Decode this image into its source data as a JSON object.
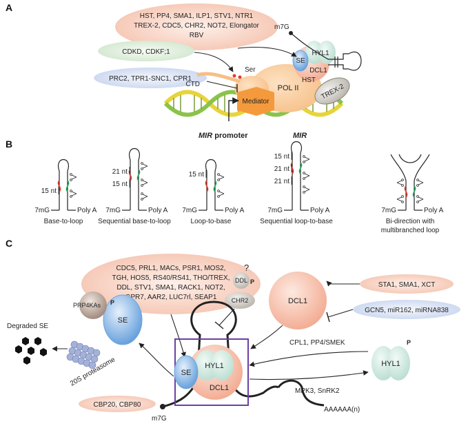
{
  "panels": {
    "a": "A",
    "b": "B",
    "c": "C"
  },
  "panel_a": {
    "box_top_lines": [
      "HST, PP4, SMA1, ILP1, STV1, NTR1",
      "TREX-2, CDC5, CHR2, NOT2, Elongator",
      "RBV"
    ],
    "box_cdk": "CDKD, CDKF;1",
    "box_prc": "PRC2, TPR1-SNC1, CPR1",
    "m7g": "m7G",
    "ser": "Ser",
    "ctd": "CTD",
    "se": "SE",
    "hyl1": "HYL1",
    "dcl1": "DCL1",
    "hst": "HST",
    "pol2": "POL II",
    "trex2": "TREX-2",
    "mediator": "Mediator",
    "mir_promoter_italic": "MIR",
    "mir_promoter_rest": " promoter",
    "mir": "MIR"
  },
  "panel_b": {
    "hairpins": [
      {
        "caption_lines": [
          "Base-to-loop"
        ],
        "lengths": [
          "15 nt"
        ],
        "cap": "7mG",
        "polya": "Poly A"
      },
      {
        "caption_lines": [
          "Sequential base-to-loop"
        ],
        "lengths": [
          "21 nt",
          "15 nt"
        ],
        "cap": "7mG",
        "polya": "Poly A"
      },
      {
        "caption_lines": [
          "Loop-to-base"
        ],
        "lengths": [
          "15 nt"
        ],
        "cap": "7mG",
        "polya": "Poly A"
      },
      {
        "caption_lines": [
          "Sequential loop-to-base"
        ],
        "lengths": [
          "15 nt",
          "21 nt",
          "21 nt"
        ],
        "cap": "7mG",
        "polya": "Poly A"
      },
      {
        "caption_lines": [
          "Bi-direction with",
          "multibranched loop"
        ],
        "lengths": [],
        "cap": "7mG",
        "polya": "Poly A"
      }
    ]
  },
  "panel_c": {
    "box_top_lines": [
      "CDC5, PRL1, MACs, PSR1, MOS2,",
      "TGH, HOS5, RS40/RS41, THO/TREX,",
      "DDL, STV1, SMA1, RACK1, NOT2,",
      "GPR7, AAR2, LUC7rl, SEAP1"
    ],
    "ddl": "DDL",
    "question": "?",
    "p": "P",
    "chr2": "CHR2",
    "dcl1": "DCL1",
    "sta1": "STA1, SMA1, XCT",
    "gcn5": "GCN5,  miR162, miRNA838",
    "prp4kas": "PRP4KAs",
    "se": "SE",
    "degraded": "Degraded SE",
    "proteasome": "20S proteasome",
    "hyl1": "HYL1",
    "cpl1": "CPL1, PP4/SMEK",
    "mpk3": "MPK3, SnRK2",
    "cbp": "CBP20, CBP80",
    "m7g": "m7G",
    "polya": "AAAAAA(n)"
  },
  "colors": {
    "pink": "#f8d3c6",
    "green": "#dcefdc",
    "blue": "#d9e2f4",
    "se_blue": "#6fa6de",
    "hyl1_teal": "#cfe8df",
    "dcl1_salmon": "#f2a98f",
    "pol2": "#fbcf9e",
    "trex2": "#c9c4bb",
    "mediator": "#f49a3c",
    "purple": "#6b3fa0",
    "red": "#e23b2e",
    "green_strand": "#2aa35a",
    "dna_green": "#8bc34a",
    "dna_yellow": "#e7d43a"
  }
}
